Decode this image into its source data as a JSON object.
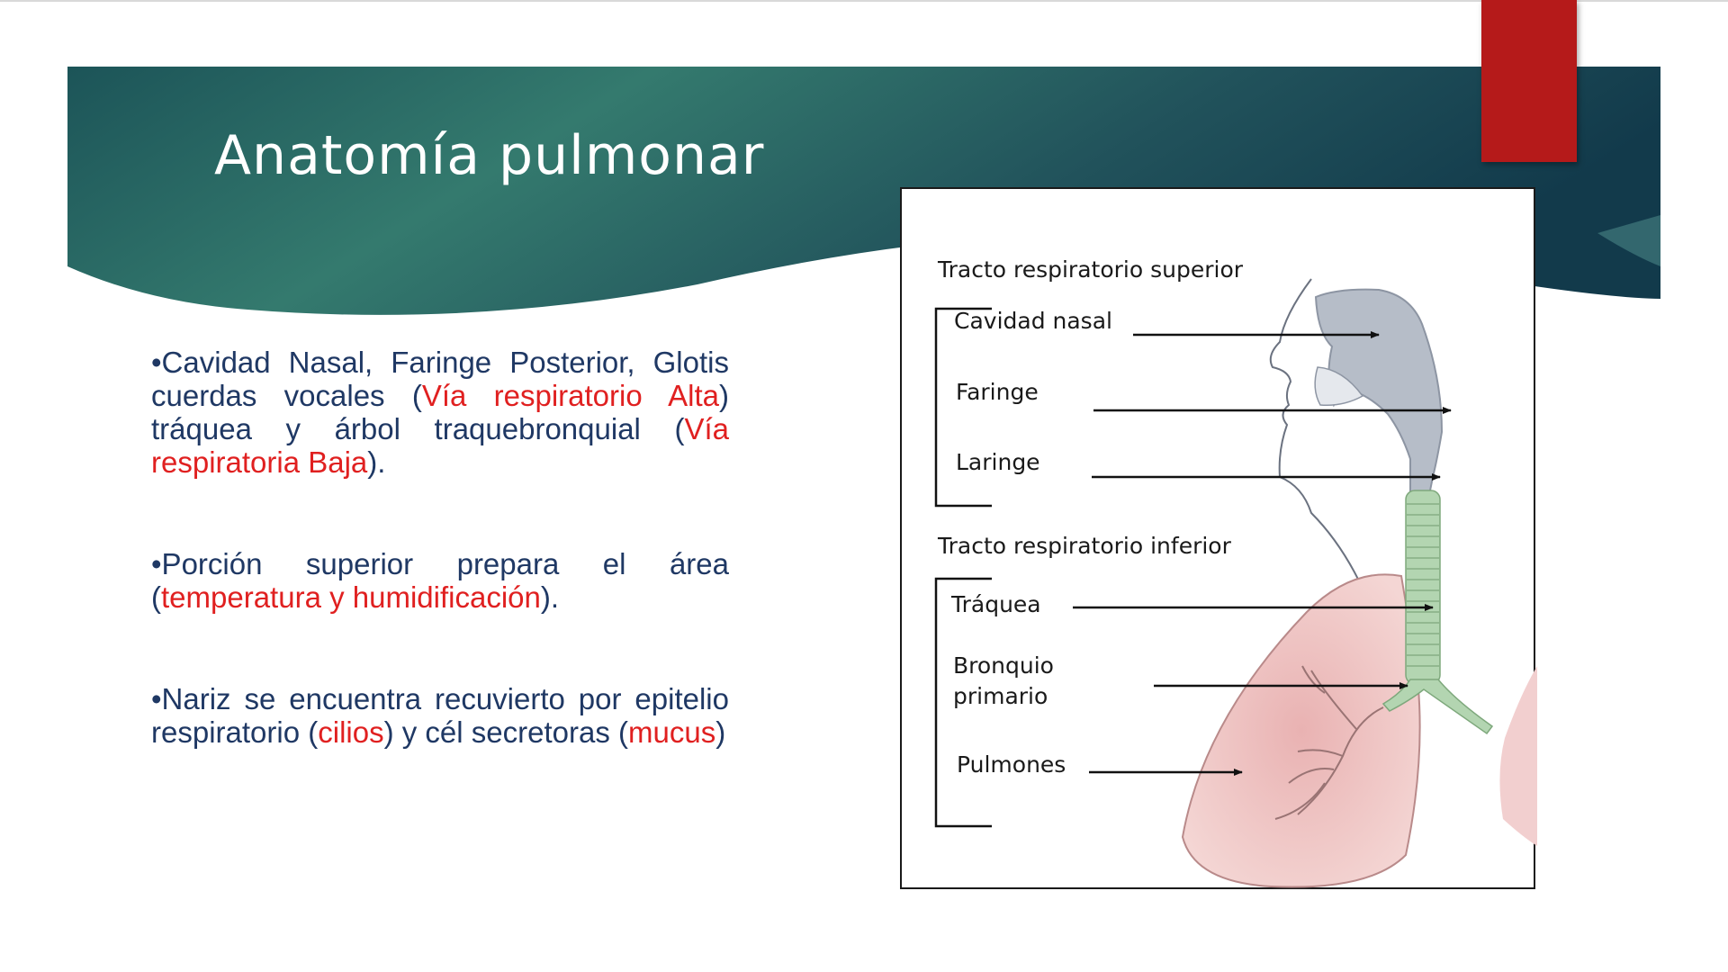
{
  "slide": {
    "title": "Anatomía pulmonar",
    "colors": {
      "banner_dark": "#163f4d",
      "banner_light": "#347a6e",
      "accent_red": "#b51a1a",
      "body_text": "#1f3864",
      "highlight_text": "#e02020"
    }
  },
  "bullets": [
    {
      "prefix": "•Cavidad Nasal, Faringe Posterior, Glotis cuerdas vocales (",
      "highlight_1": "Vía respiratorio Alta",
      "middle": ") tráquea y árbol traquebronquial (",
      "highlight_2": "Vía respiratoria Baja",
      "suffix": ")."
    },
    {
      "prefix": "•Porción superior prepara el área (",
      "highlight": "temperatura y humidificación",
      "suffix": ")."
    },
    {
      "prefix": "•Nariz se encuentra recuviertο por epitelio respiratorio (",
      "highlight_1": "cilios",
      "middle": ") y cél secretoras (",
      "highlight_2": "mucus",
      "suffix": ")"
    }
  ],
  "figure": {
    "upper_tract_title": "Tracto respiratorio superior",
    "lower_tract_title": "Tracto respiratorio inferior",
    "labels": {
      "nasal_cavity": "Cavidad nasal",
      "pharynx": "Faringe",
      "larynx": "Laringe",
      "trachea": "Tráquea",
      "bronchus_line1": "Bronquio",
      "bronchus_line2": "primario",
      "lungs": "Pulmones"
    }
  }
}
